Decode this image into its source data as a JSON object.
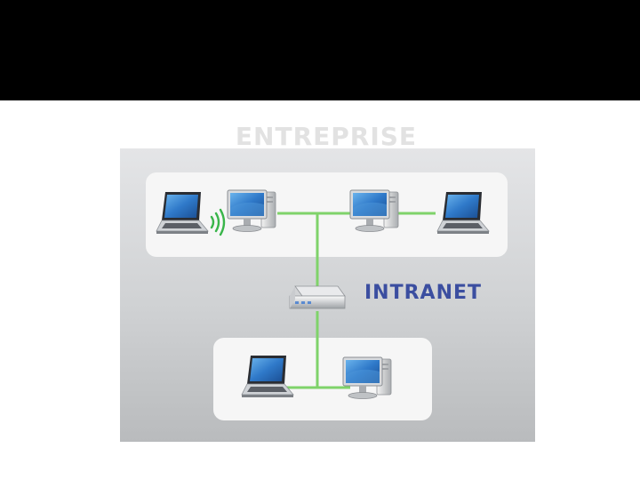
{
  "diagram": {
    "title": "ENTREPRISE",
    "network_label": "INTRANET",
    "colors": {
      "title": "#e2e2e2",
      "network_label": "#3b4ea0",
      "link": "#7fd36a",
      "wireless": "#39b54a",
      "screen": "#2f79c9",
      "background_panel": "#c8cacc",
      "group_panel": "#f6f6f6"
    },
    "groups": [
      {
        "name": "top-group",
        "devices": [
          "laptop",
          "desktop",
          "desktop",
          "laptop"
        ]
      },
      {
        "name": "bottom-group",
        "devices": [
          "laptop",
          "desktop"
        ]
      }
    ],
    "hub_icon": "network-hub-icon",
    "wireless_icon": "wireless-signal-icon"
  }
}
